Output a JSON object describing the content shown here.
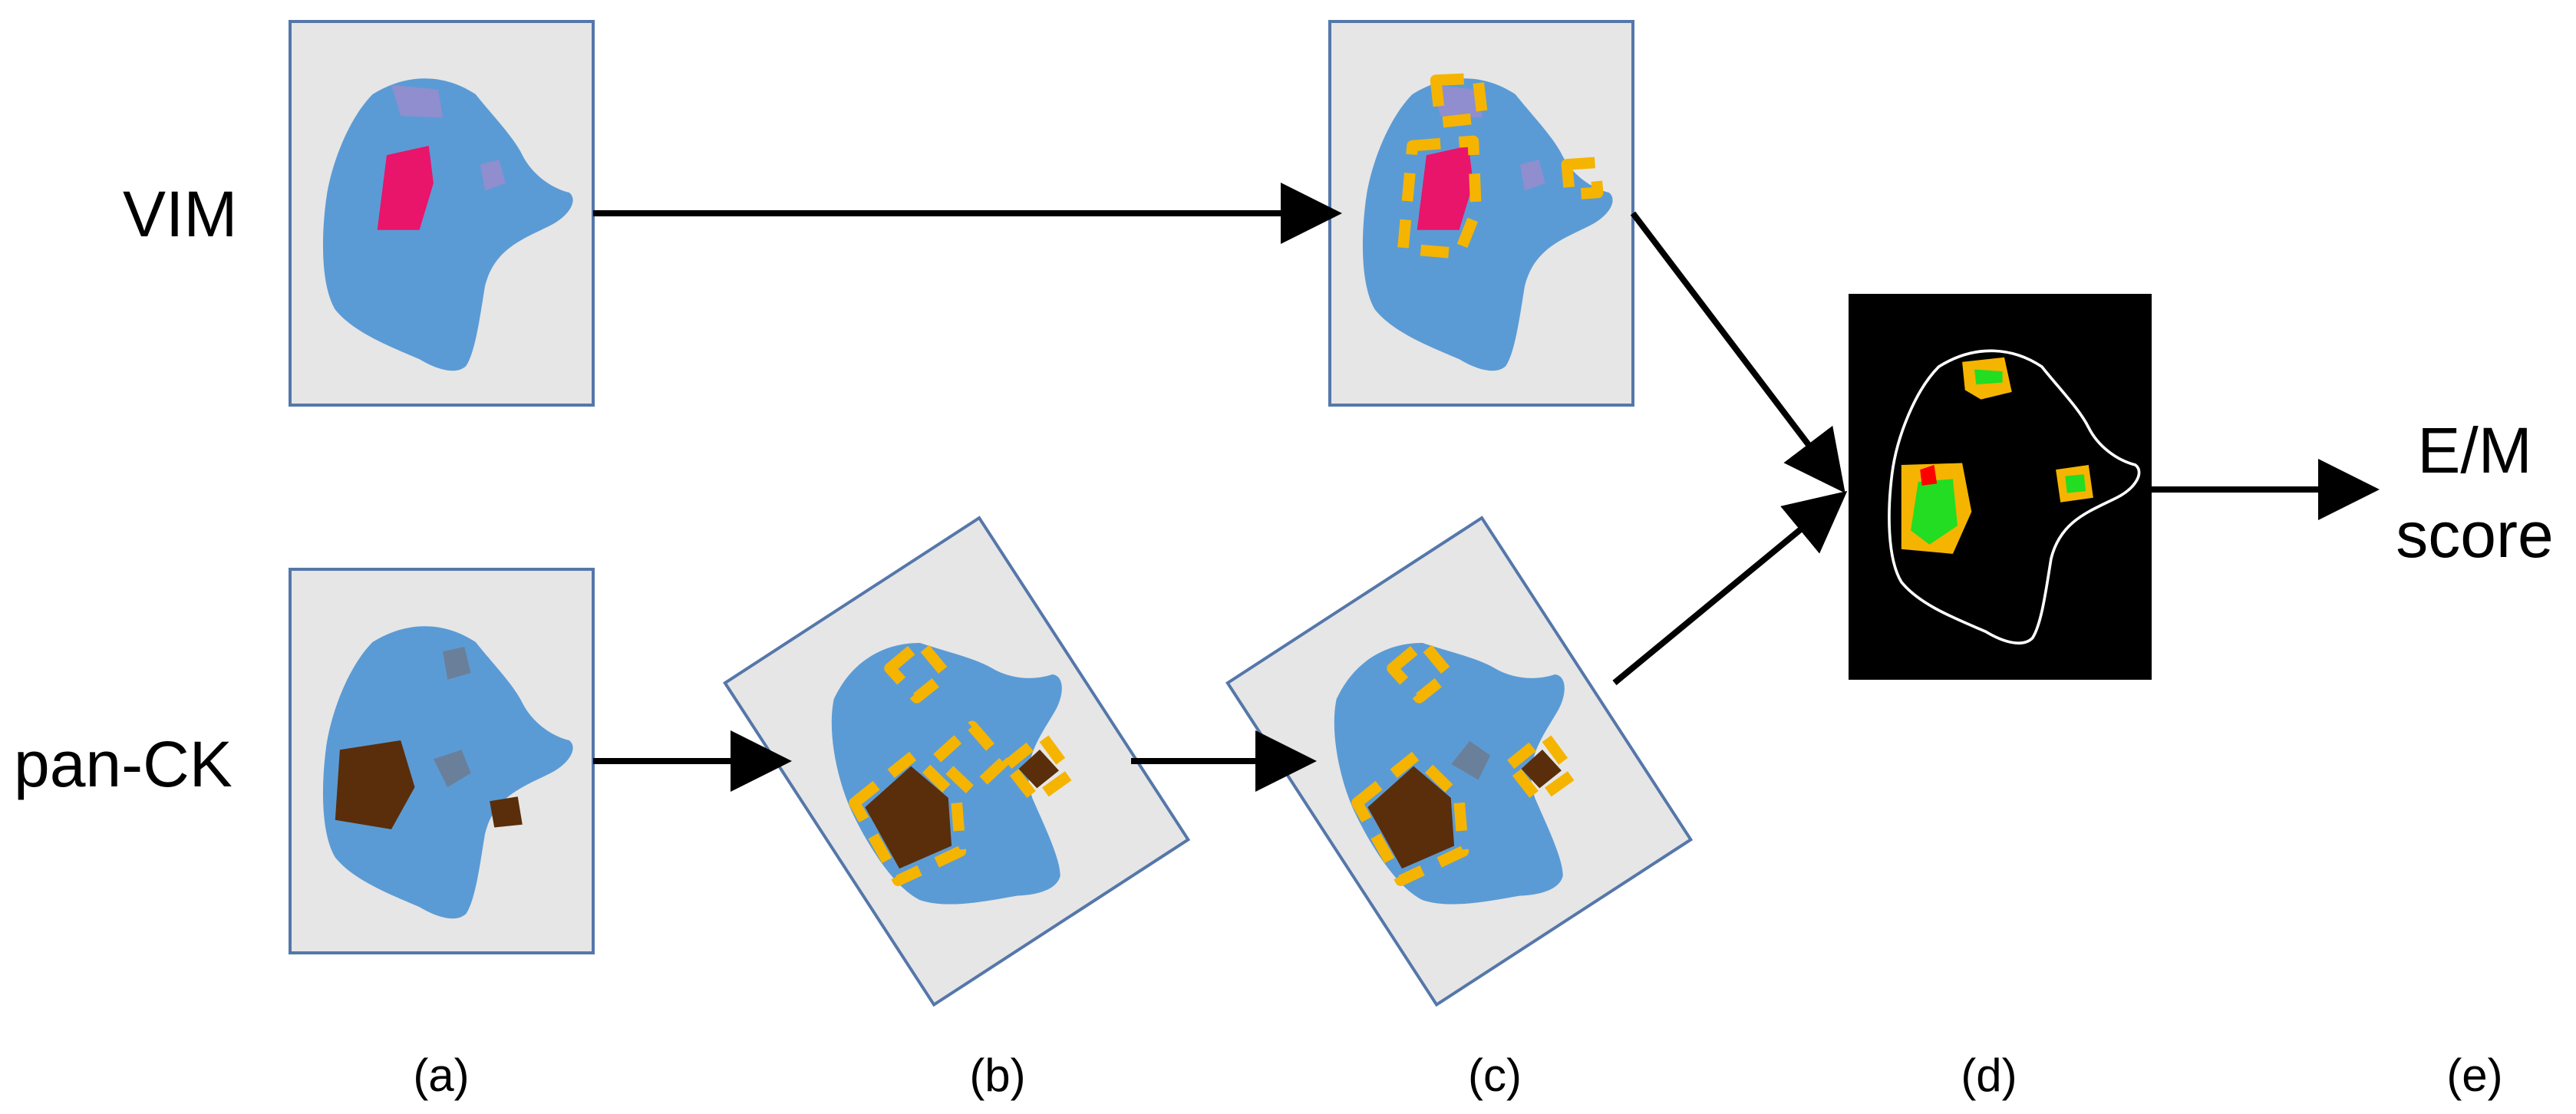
{
  "rows": {
    "top": "VIM",
    "bottom": "pan-CK"
  },
  "steps": [
    "(a)",
    "(b)",
    "(c)",
    "(d)",
    "(e)"
  ],
  "output": {
    "line1": "E/M",
    "line2": "score"
  },
  "colors": {
    "panel_background": "#e6e6e6",
    "panel_border": "#5577aa",
    "tissue": "#5b9bd5",
    "vim_positive": "#e8156b",
    "vim_faint": "#9a8ccc",
    "panck_positive": "#5a2e0a",
    "panck_faint": "#6a7f9a",
    "roi_outline": "#f5b400",
    "score_background": "#000000",
    "score_green": "#22dd22",
    "score_red": "#ff0000"
  }
}
